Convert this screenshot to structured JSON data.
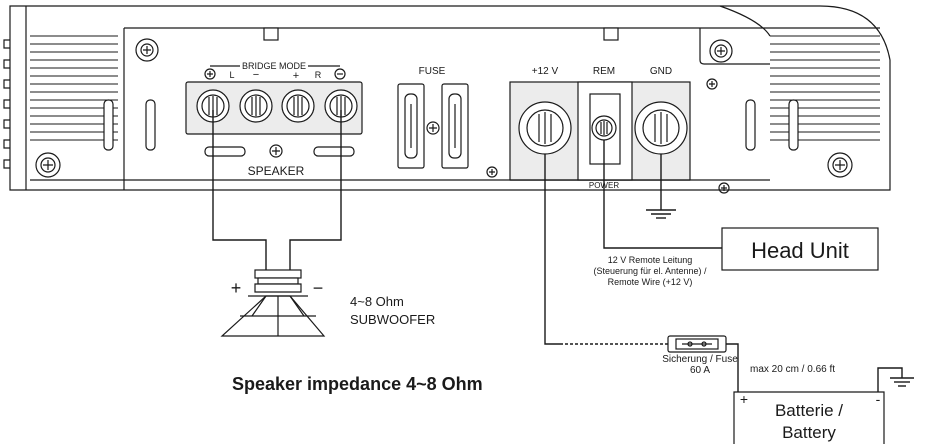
{
  "amplifier": {
    "bridge_mode": "BRIDGE MODE",
    "left_label": "L",
    "right_label": "R",
    "bridge_plus": "+",
    "bridge_minus": "−",
    "speaker_label": "SPEAKER",
    "fuse_label": "FUSE",
    "plus12v_label": "+12 V",
    "rem_label": "REM",
    "gnd_label": "GND",
    "power_label": "POWER"
  },
  "head_unit": {
    "label": "Head Unit",
    "remote_note_1": "12 V Remote Leitung",
    "remote_note_2": "(Steuerung für el. Antenne) /",
    "remote_note_3": "Remote Wire (+12 V)"
  },
  "subwoofer": {
    "plus": "+",
    "minus": "−",
    "impedance": "4~8 Ohm",
    "label": "SUBWOOFER"
  },
  "inline_fuse": {
    "label": "Sicherung / Fuse",
    "rating": "60 A"
  },
  "battery": {
    "distance": "max 20 cm / 0.66 ft",
    "plus": "+",
    "minus": "-",
    "label_1": "Batterie /",
    "label_2": "Battery"
  },
  "caption": "Speaker impedance 4~8 Ohm"
}
